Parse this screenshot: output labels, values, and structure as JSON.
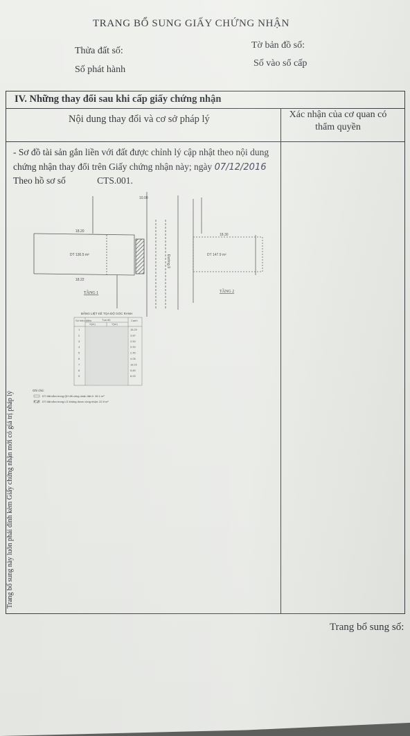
{
  "header": {
    "title": "TRANG BỔ SUNG GIẤY CHỨNG NHẬN",
    "parcel_label": "Thửa đất số:",
    "map_sheet_label": "Tờ bản đồ số:",
    "issue_no_label": "Số phát hành",
    "registry_label": "Số vào sổ cấp"
  },
  "section": {
    "title": "IV. Những thay đổi sau khi cấp giấy chứng nhận",
    "col_content": "Nội dung thay đổi và cơ sở pháp lý",
    "col_confirm": "Xác nhận của cơ quan có thẩm quyền"
  },
  "change": {
    "line1": "- Sơ đồ tài sản gắn liền với đất được chỉnh lý cập nhật theo nội dung",
    "line2": "chứng nhận thay đổi trên Giấy chứng nhận này; ngày",
    "date_handwritten": "07/12/2016",
    "line3_label": "Theo hồ sơ số",
    "file_no": "CTS.001."
  },
  "diagram": {
    "floor1": "TẦNG 1",
    "floor2": "TẦNG 2",
    "table_title": "BẢNG LIỆT KÊ TỌA ĐỘ GÓC RANH",
    "col_point": "Số hiệu điểm",
    "col_coord": "Tọa độ",
    "col_x": "X(m)",
    "col_y": "Y(m)",
    "col_edge": "Cạnh",
    "points": [
      "1",
      "2",
      "3",
      "4",
      "5",
      "6",
      "7",
      "8",
      "9"
    ],
    "edges": [
      "18.20",
      "3.87",
      "2.50",
      "0.90",
      "2.45",
      "4.05",
      "18.22",
      "5.80",
      "8.00"
    ],
    "dim_top1": "18.20",
    "dim_bottom1": "18.22",
    "dim_top2": "18.30",
    "dim_right": "10.00",
    "area1": "DT 130.5 m²",
    "area2": "DT 147.9 m²",
    "legend_title": "Ghi chú:",
    "legend1": "DT đất nằm trong QH đã công nhận đất ở: 36.1 m²",
    "legend2": "DT đất nằm trong LG không được công nhận: 22.9 m²",
    "road": "Đường 9"
  },
  "side_note": "Trang bổ sung này luôn phải đính kèm Giấy chứng nhận mới có giá trị pháp lý",
  "footer": {
    "page_label": "Trang bổ sung số:"
  }
}
